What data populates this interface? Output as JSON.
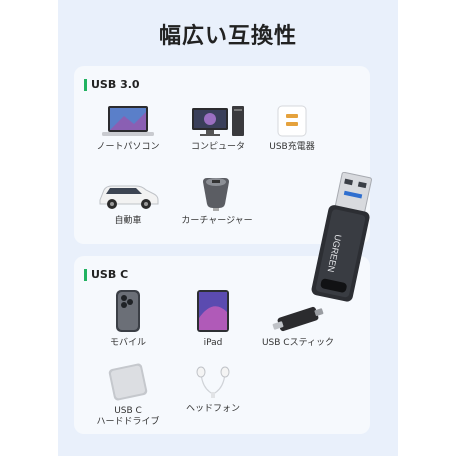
{
  "title": "幅広い互換性",
  "sections": [
    {
      "header": "USB 3.0",
      "items": [
        {
          "label": "ノートパソコン",
          "icon": "laptop-icon"
        },
        {
          "label": "コンピュータ",
          "icon": "desktop-computer-icon"
        },
        {
          "label": "USB充電器",
          "icon": "usb-charger-icon"
        },
        {
          "label": "自動車",
          "icon": "car-icon"
        },
        {
          "label": "カーチャージャー",
          "icon": "car-charger-icon"
        }
      ]
    },
    {
      "header": "USB C",
      "items": [
        {
          "label": "モバイル",
          "icon": "smartphone-icon"
        },
        {
          "label": "iPad",
          "icon": "tablet-icon"
        },
        {
          "label": "USB Cスティック",
          "icon": "usb-stick-icon"
        },
        {
          "label_line1": "USB C",
          "label_line2": "ハードドライブ",
          "icon": "hard-drive-icon"
        },
        {
          "label": "ヘッドフォン",
          "icon": "earphones-icon"
        }
      ]
    }
  ],
  "product": {
    "brand": "UGREEN",
    "icon": "usb-adapter-icon"
  },
  "colors": {
    "accent": "#21b260",
    "panel": "#f6f9fd",
    "background": "#e9f0fb"
  }
}
